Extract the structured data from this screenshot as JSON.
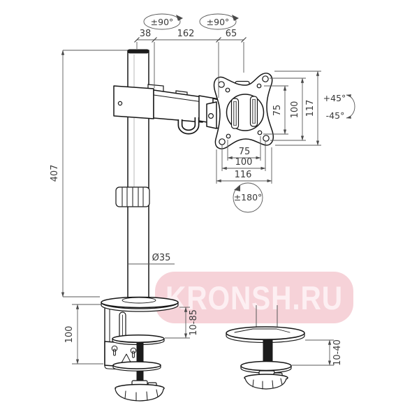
{
  "canvas": {
    "bg": "#ffffff",
    "line_color": "#161616",
    "dim_line_color": "#585858"
  },
  "watermark": {
    "text": "KRONSH.RU",
    "bg_color": "#f6d2d8",
    "text_color": "#fdeff2"
  },
  "dimensions": {
    "top_chain": {
      "arm_offset": "38",
      "arm_length": "162",
      "head_offset": "65"
    },
    "pole": {
      "height": "407",
      "diameter": "Ø35"
    },
    "vesa_vertical": {
      "inner_holes": "75",
      "outer_holes": "100",
      "plate_height": "117"
    },
    "vesa_horizontal": {
      "inner_holes": "75",
      "outer_holes": "100",
      "plate_width": "116"
    },
    "clamp": {
      "body_height": "100",
      "grip_range": "10-85"
    },
    "grommet": {
      "grip_range": "10-40"
    }
  },
  "rotations": {
    "joint1_swivel": "±90°",
    "joint2_swivel": "±90°",
    "tilt_up": "+45°",
    "tilt_down": "-45°",
    "pan": "±180°"
  }
}
